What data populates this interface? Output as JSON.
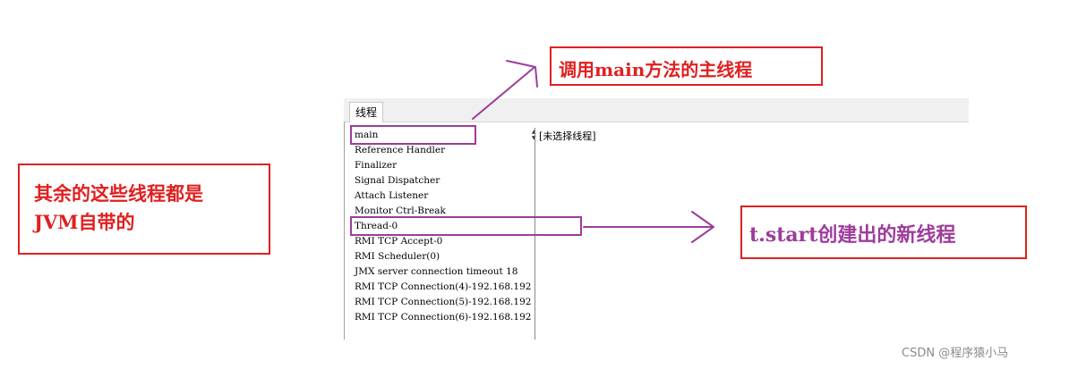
{
  "panel": {
    "tab_label": "线程",
    "detail_text": "[未选择线程]",
    "threads": [
      "main",
      "Reference Handler",
      "Finalizer",
      "Signal Dispatcher",
      "Attach Listener",
      "Monitor Ctrl-Break",
      "Thread-0",
      "RMI TCP Accept-0",
      "RMI Scheduler(0)",
      "JMX server connection timeout 18",
      "RMI TCP Connection(4)-192.168.192",
      "RMI TCP Connection(5)-192.168.192",
      "RMI TCP Connection(6)-192.168.192"
    ]
  },
  "annotations": {
    "main_thread": "调用main方法的主线程",
    "jvm_threads_line1": "其余的这些线程都是",
    "jvm_threads_line2": "JVM自带的",
    "new_thread": "t.start创建出的新线程"
  },
  "watermark": "CSDN @程序猿小马",
  "colors": {
    "annotation_red": "#e02020",
    "highlight_purple": "#9d3c9b"
  }
}
